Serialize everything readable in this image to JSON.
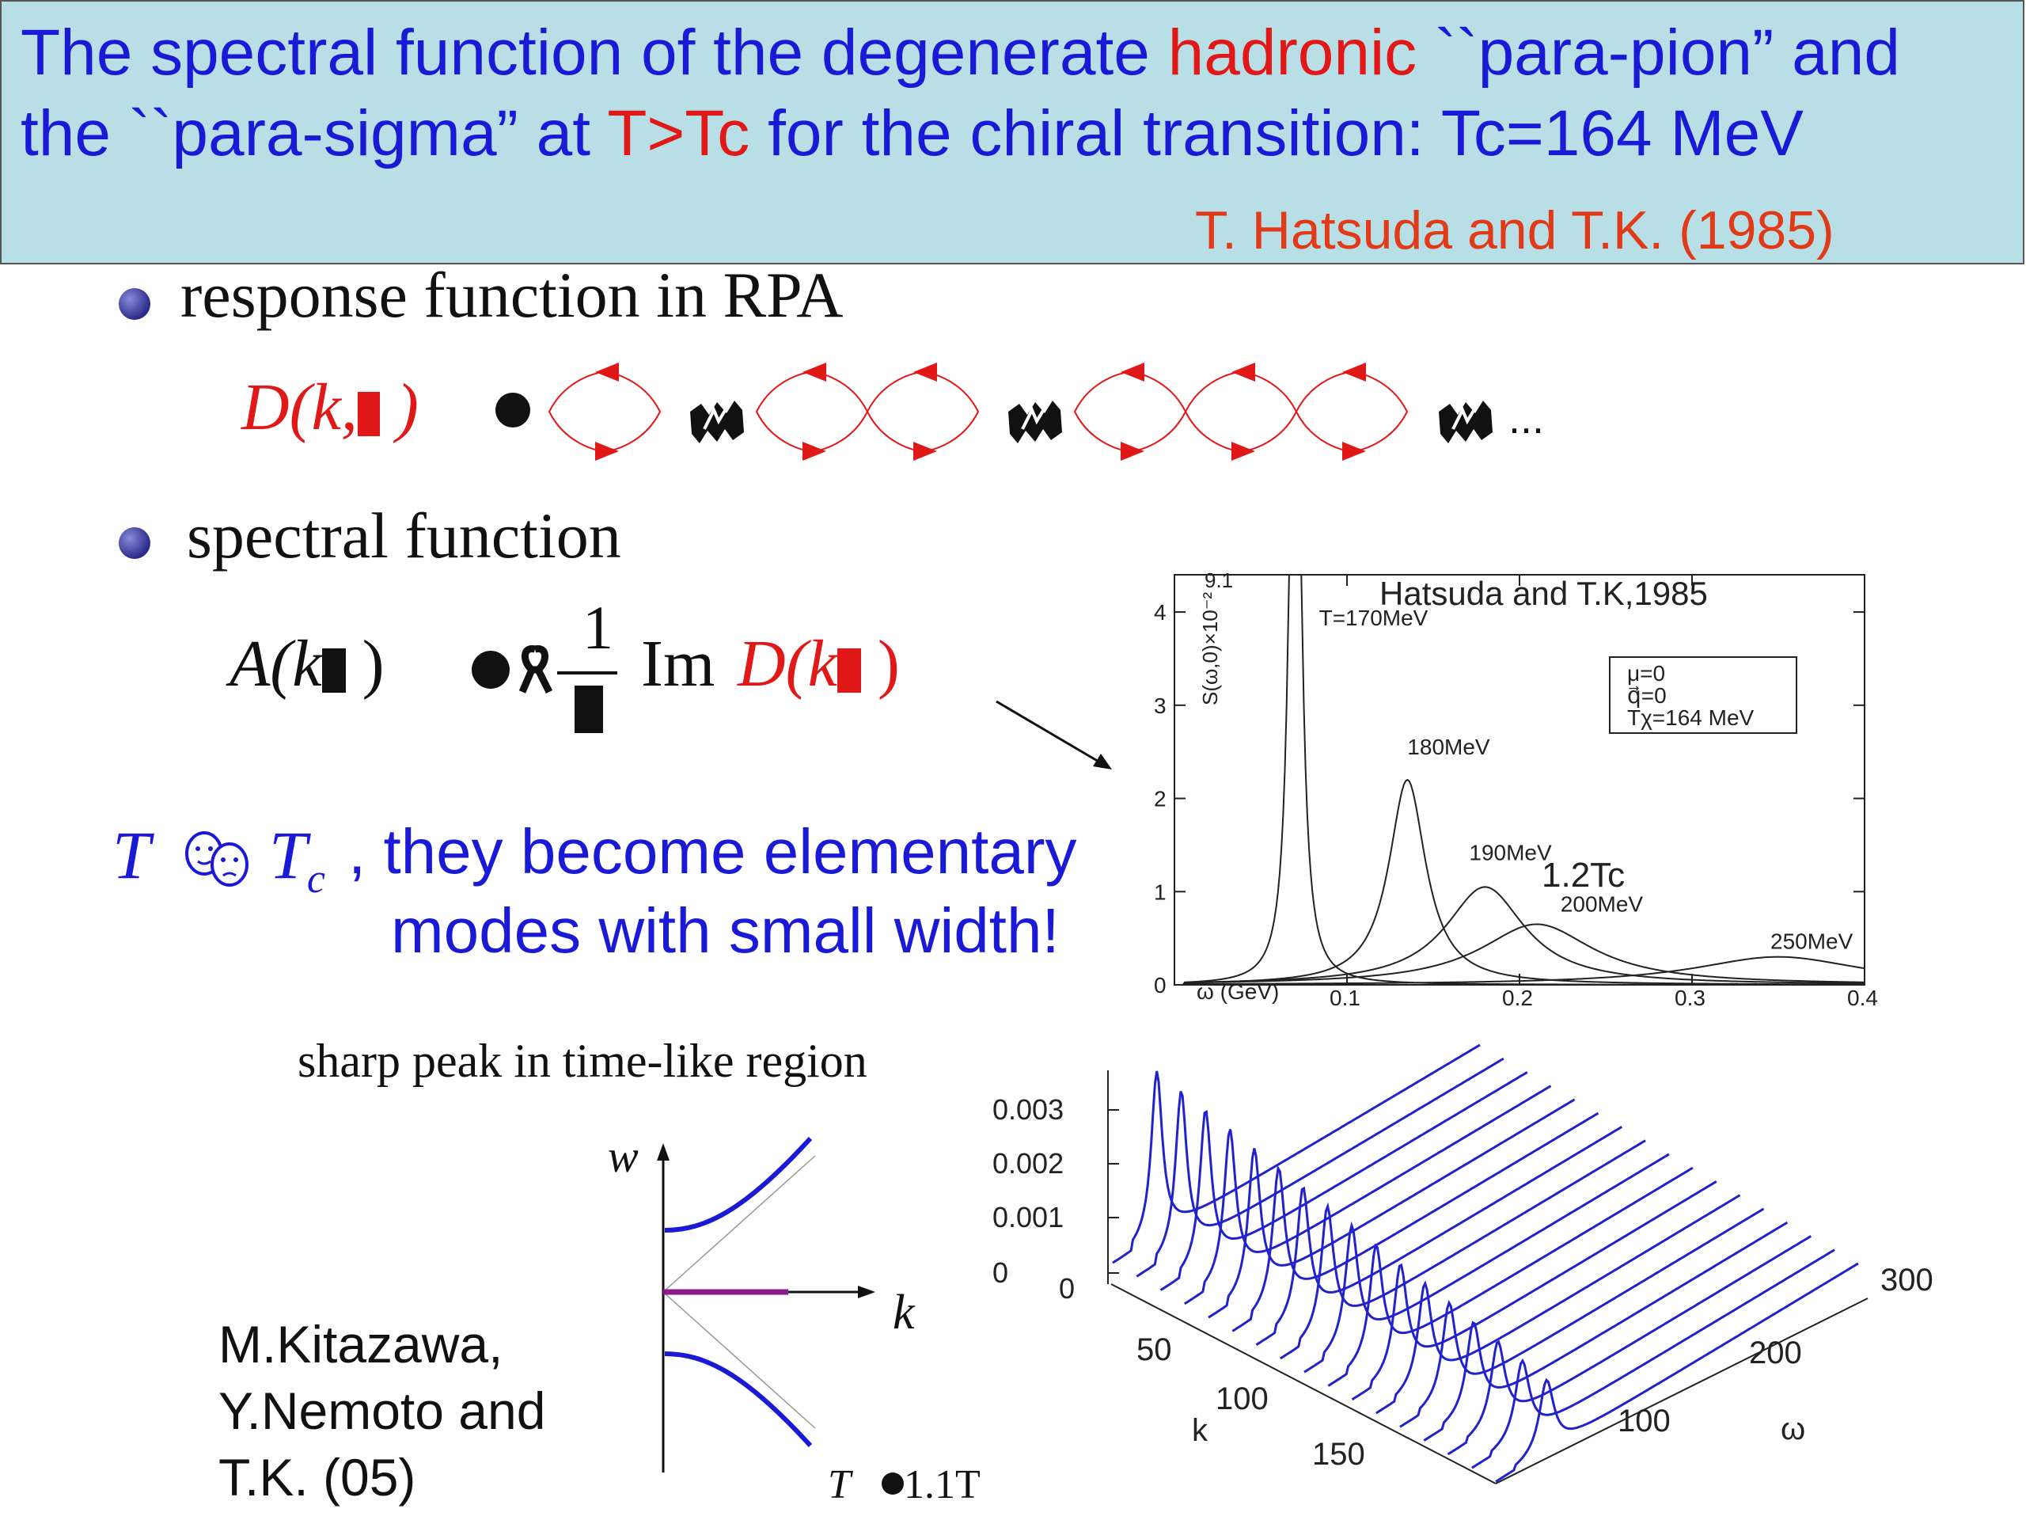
{
  "header": {
    "line1_a": "The  spectral function of the degenerate ",
    "line1_b": "hadronic",
    "line1_c": " ``para-pion” and",
    "line2_a": "the ``para-sigma”  at ",
    "line2_b": "T>Tc",
    "line2_c": " for the chiral transition: Tc=164 MeV",
    "citation": "T. Hatsuda and T.K. (1985)"
  },
  "bullets": {
    "response": "response function in RPA",
    "spectral": "spectral function"
  },
  "equations": {
    "d_label": "D(k,",
    "d_close": " )",
    "ellipsis": "...",
    "a_label": "A(k",
    "a_close": " )",
    "frac_num": "1",
    "im": "Im",
    "d2_label": "D(k",
    "d2_close": " )"
  },
  "statement": {
    "t": "T",
    "tc": "T",
    "tc_sub": "c",
    "line1": ", they  become elementary",
    "line2": "modes with small width!"
  },
  "caption": "sharp peak in time-like region",
  "authors": [
    "M.Kitazawa,",
    "Y.Nemoto and",
    "T.K. (05)"
  ],
  "dispersion": {
    "ylabel": "w",
    "xlabel": "k",
    "temp_t": "T",
    "temp_val": "1.1T",
    "colors": {
      "branch": "#1a1ad6",
      "flat": "#8a1a8a"
    }
  },
  "plot2d": {
    "title": "Hatsuda and T.K,1985",
    "peak_label": "9.1",
    "ylabel": "S(ω,0)×10⁻²",
    "xlabel": "ω (GeV)",
    "legend": [
      "μ=0",
      "q⃗=0",
      "Tχ=164 MeV"
    ],
    "annotation": "1.2Tc",
    "chart_data": {
      "type": "line",
      "xlim": [
        0,
        0.4
      ],
      "ylim": [
        0,
        4.4
      ],
      "x_ticks": [
        "0.1",
        "0.2",
        "0.3",
        "0.4"
      ],
      "y_ticks": [
        "0",
        "1",
        "2",
        "3",
        "4"
      ],
      "series": [
        {
          "name": "T=170MeV",
          "peak": 0.07,
          "height": 9.1,
          "width": 0.0035
        },
        {
          "name": "180MeV",
          "peak": 0.135,
          "height": 2.2,
          "width": 0.013
        },
        {
          "name": "190MeV",
          "peak": 0.18,
          "height": 1.05,
          "width": 0.028
        },
        {
          "name": "200MeV",
          "peak": 0.21,
          "height": 0.65,
          "width": 0.04
        },
        {
          "name": "250MeV",
          "peak": 0.35,
          "height": 0.3,
          "width": 0.06
        }
      ]
    }
  },
  "plot3d": {
    "z_ticks": [
      "0.003",
      "0.002",
      "0.001",
      "0",
      "0"
    ],
    "k_ticks": [
      "50",
      "100",
      "150"
    ],
    "w_ticks": [
      "300",
      "200",
      "100"
    ],
    "k_label": "k",
    "w_label": "ω",
    "line_color": "#2222cc",
    "chart_data": {
      "type": "line",
      "k_values": [
        0,
        10,
        20,
        30,
        40,
        50,
        60,
        70,
        80,
        90,
        100,
        110,
        120,
        130,
        140,
        150,
        160
      ],
      "omega_range": [
        0,
        300
      ],
      "z_range": [
        0,
        0.003
      ]
    }
  }
}
